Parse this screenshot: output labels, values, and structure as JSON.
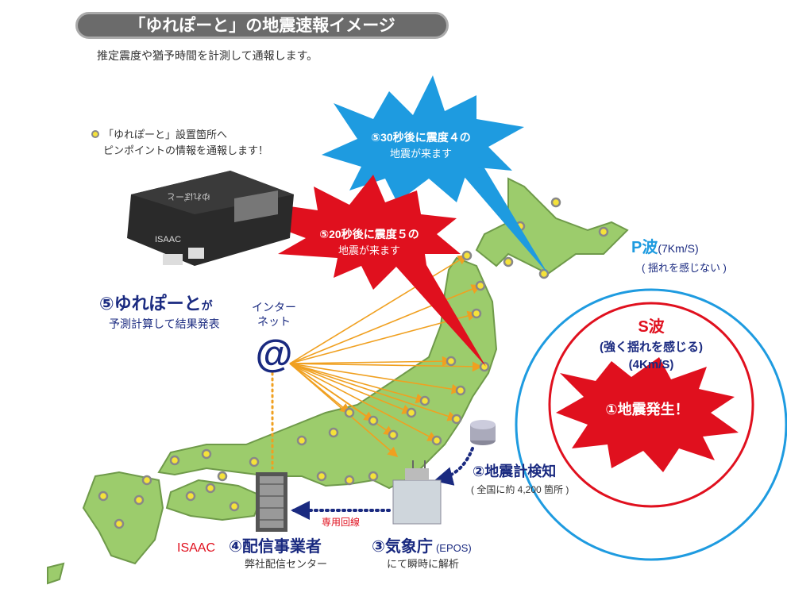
{
  "header": {
    "title": "「ゆれぽーと」の地震速報イメージ",
    "subtitle": "推定震度や猶予時間を計測して通報します。"
  },
  "install_note": {
    "line1": "「ゆれぽーと」設置箇所へ",
    "line2": "ピンポイントの情報を通報します！"
  },
  "device": {
    "label": "ゆれぽーと",
    "brand": "ISAAC"
  },
  "burst_blue": {
    "line1": "⑤30秒後に震度４の",
    "line2": "地震が来ます"
  },
  "burst_red": {
    "line1": "⑤20秒後に震度５の",
    "line2": "地震が来ます"
  },
  "yureport_step": {
    "title": "⑤ゆれぽーと",
    "suffix": "が",
    "line2": "予測計算して結果発表"
  },
  "internet": {
    "line1": "インター",
    "line2": "ネット",
    "symbol": "@"
  },
  "p_wave": {
    "title": "P波",
    "speed": "(7Km/S)",
    "note": "( 揺れを感じない )"
  },
  "s_wave": {
    "title": "S波",
    "note": "(強く揺れを感じる)",
    "speed": "(4Km/S)",
    "event": "①地震発生！"
  },
  "seismometer": {
    "title": "②地震計検知",
    "note": "( 全国に約 4,200 箇所 )"
  },
  "line_label": "専用回線",
  "distributor": {
    "logo": "ISAAC",
    "title": "④配信事業者",
    "note": "弊社配信センター"
  },
  "jma": {
    "title": "③気象庁",
    "suffix": "(EPOS)",
    "note": "にて瞬時に解析"
  },
  "colors": {
    "map": "#9ccc6c",
    "arrow": "#f0a020",
    "blue": "#1e9be0",
    "red": "#e0101e",
    "navy": "#1a2a80"
  }
}
